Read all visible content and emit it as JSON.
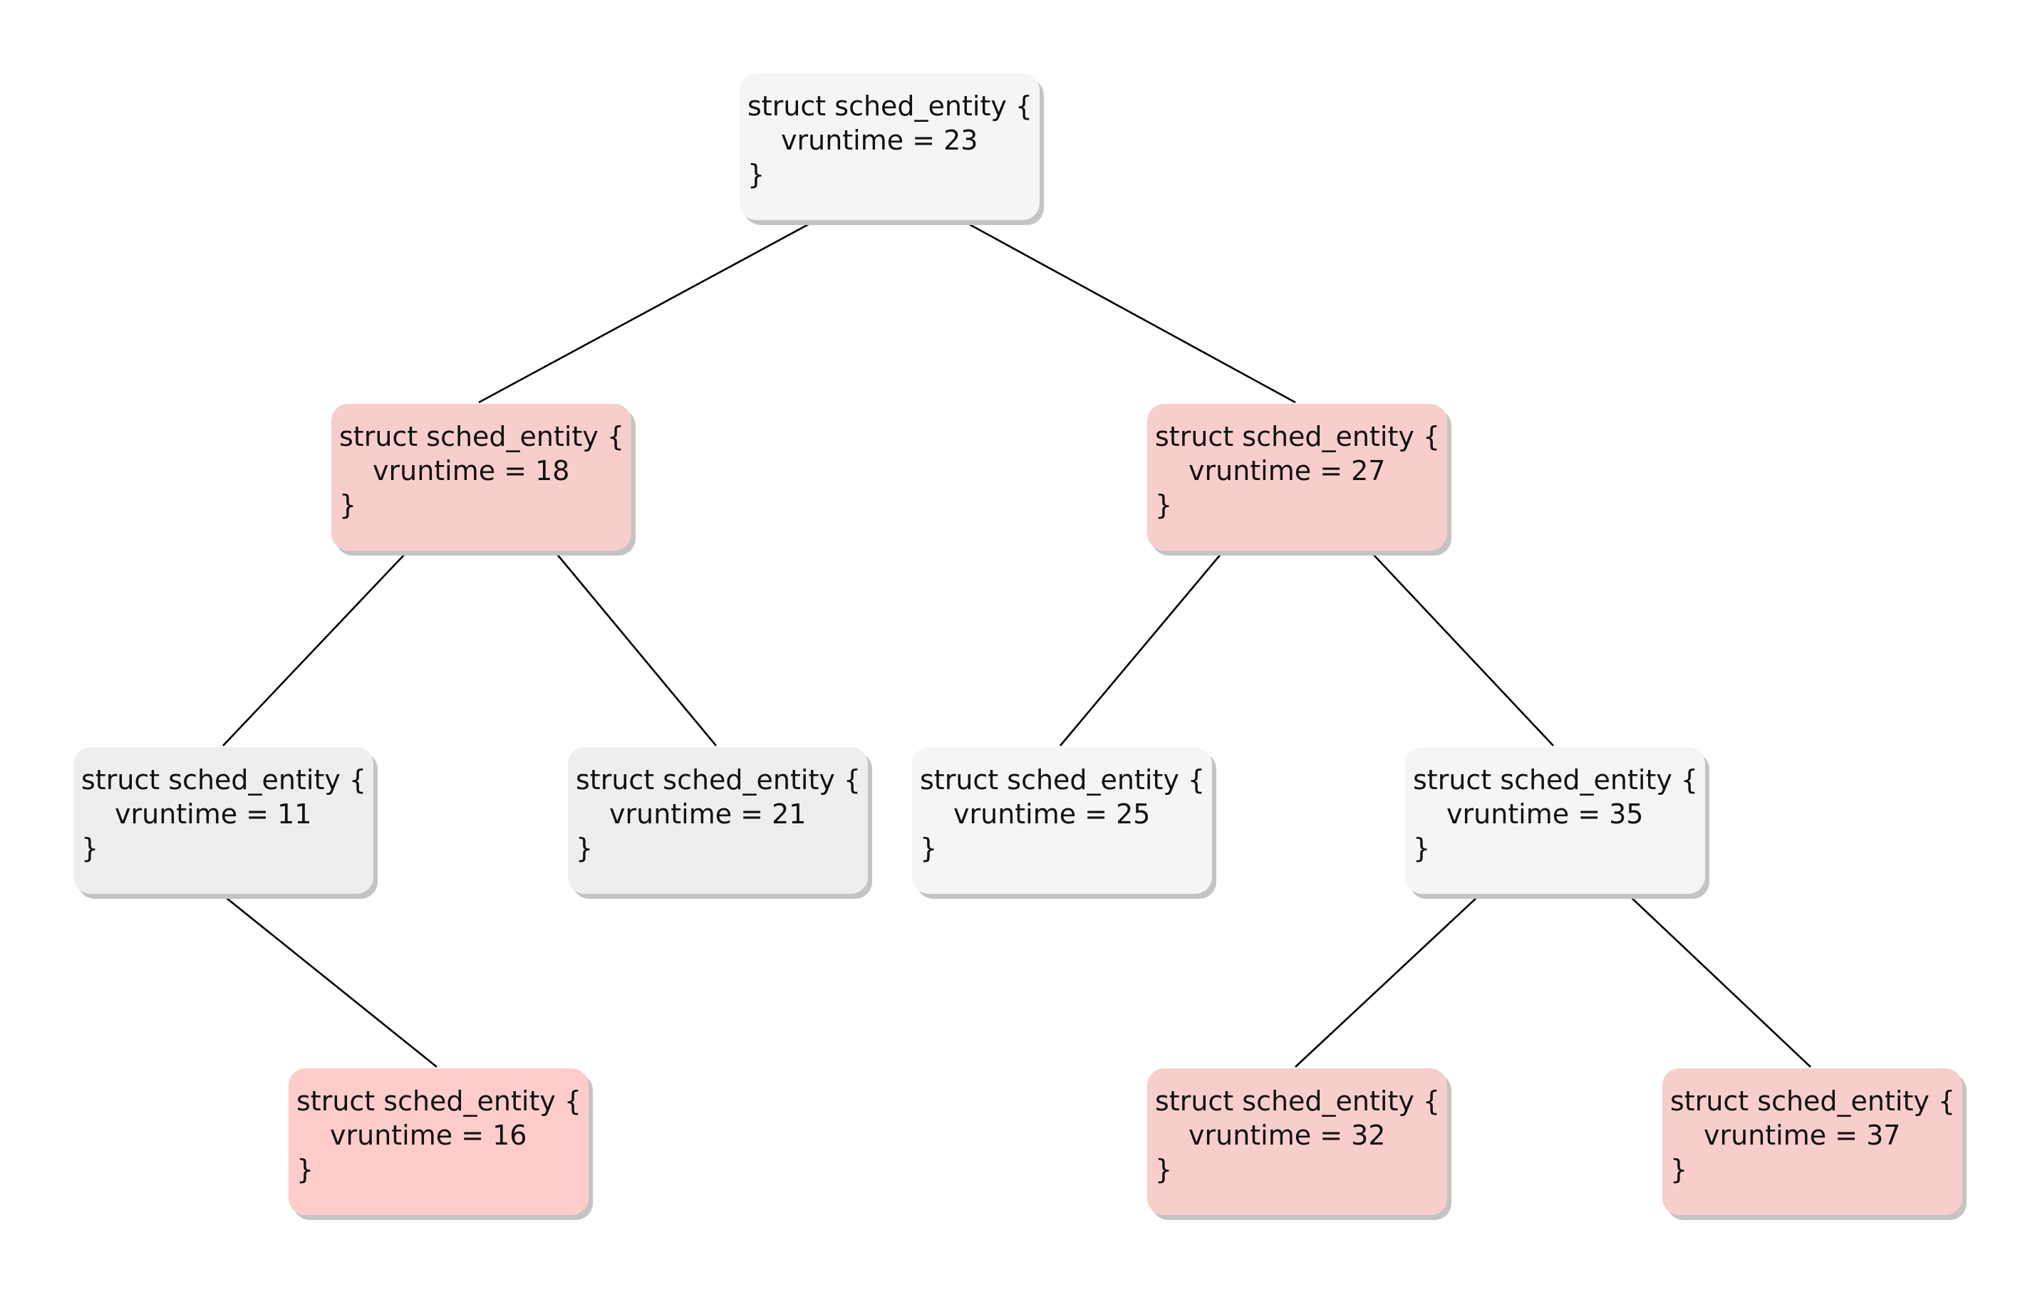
{
  "diagram": {
    "nodes": [
      {
        "id": "n23",
        "decl": "struct sched_entity {",
        "field": "vruntime = 23",
        "close": "}",
        "fill": "#f5f5f5"
      },
      {
        "id": "n18",
        "decl": "struct sched_entity {",
        "field": "vruntime = 18",
        "close": "}",
        "fill": "#f8cecc"
      },
      {
        "id": "n27",
        "decl": "struct sched_entity {",
        "field": "vruntime = 27",
        "close": "}",
        "fill": "#f8cecc"
      },
      {
        "id": "n11",
        "decl": "struct sched_entity {",
        "field": "vruntime = 11",
        "close": "}",
        "fill": "#eeeeee"
      },
      {
        "id": "n21",
        "decl": "struct sched_entity {",
        "field": "vruntime = 21",
        "close": "}",
        "fill": "#eeeeee"
      },
      {
        "id": "n25",
        "decl": "struct sched_entity {",
        "field": "vruntime = 25",
        "close": "}",
        "fill": "#f5f5f5"
      },
      {
        "id": "n35",
        "decl": "struct sched_entity {",
        "field": "vruntime = 35",
        "close": "}",
        "fill": "#f5f5f5"
      },
      {
        "id": "n16",
        "decl": "struct sched_entity {",
        "field": "vruntime = 16",
        "close": "}",
        "fill": "#ffcccc"
      },
      {
        "id": "n32",
        "decl": "struct sched_entity {",
        "field": "vruntime = 32",
        "close": "}",
        "fill": "#f8cecc"
      },
      {
        "id": "n37",
        "decl": "struct sched_entity {",
        "field": "vruntime = 37",
        "close": "}",
        "fill": "#f8cecc"
      }
    ],
    "edges": [
      {
        "from": "n23",
        "to": "n18"
      },
      {
        "from": "n23",
        "to": "n27"
      },
      {
        "from": "n18",
        "to": "n11"
      },
      {
        "from": "n18",
        "to": "n21"
      },
      {
        "from": "n27",
        "to": "n25"
      },
      {
        "from": "n27",
        "to": "n35"
      },
      {
        "from": "n11",
        "to": "n16"
      },
      {
        "from": "n35",
        "to": "n32"
      },
      {
        "from": "n35",
        "to": "n37"
      }
    ],
    "colors": {
      "edge": "#000000",
      "shadow": "#c4c4c4",
      "text": "#111111"
    }
  }
}
